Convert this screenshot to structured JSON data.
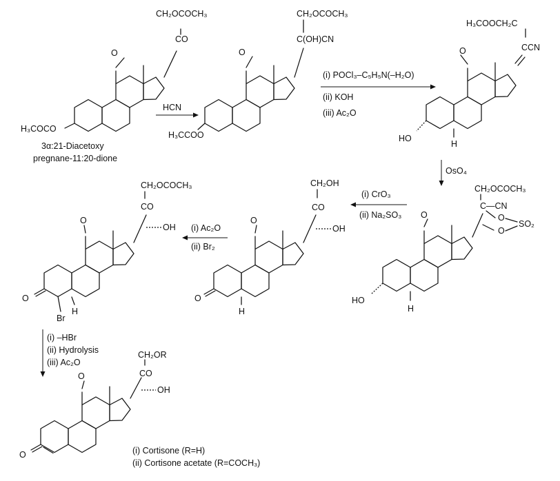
{
  "compounds": {
    "c1": {
      "side_chain_top": "CH₂OCOCH₃",
      "side_chain_co": "CO",
      "ketone_o": "O",
      "ester_group": "H₃COCO",
      "name_line1": "3α:21-Diacetoxy",
      "name_line2": "pregnane-11:20-dione"
    },
    "c2": {
      "side_chain_top": "CH₂OCOCH₃",
      "side_chain_cyanohydrin": "C(OH)CN",
      "ketone_o": "O",
      "ester_group": "H₃CCOO"
    },
    "c3": {
      "side_chain_ester": "H₃COOCH₂C",
      "side_chain_cn": "CCN",
      "ketone_o": "O",
      "hydroxyl": "HO",
      "h5": "H"
    },
    "c4": {
      "side_chain_top": "CH₂OCOCH₃",
      "c_cn": "C—CN",
      "o1": "O",
      "o2": "O",
      "so2": "SO₂",
      "ketone_o": "O",
      "hydroxyl": "HO",
      "h5": "H"
    },
    "c5": {
      "side_chain_top": "CH₂OH",
      "side_chain_co": "CO",
      "oh17": "OH",
      "ketone_o11": "O",
      "ketone_o3": "O",
      "h5": "H"
    },
    "c6": {
      "side_chain_top": "CH₂OCOCH₃",
      "side_chain_co": "CO",
      "oh17": "OH",
      "ketone_o11": "O",
      "ketone_o3": "O",
      "bromo": "Br",
      "h5": "H"
    },
    "c7": {
      "side_chain_top": "CH₂OR",
      "side_chain_co": "CO",
      "oh17": "OH",
      "ketone_o11": "O",
      "ketone_o3": "O",
      "product_line1": "(i) Cortisone (R=H)",
      "product_line2": "(ii) Cortisone acetate (R=COCH₃)"
    }
  },
  "reagents": {
    "step1": [
      "HCN"
    ],
    "step2": [
      "(i) POCl₃–C₅H₅N(–H₂O)",
      "(ii) KOH",
      "(iii) Ac₂O"
    ],
    "step3": [
      "OsO₄"
    ],
    "step4": [
      "(i) CrO₃",
      "(ii) Na₂SO₃"
    ],
    "step5": [
      "(i) Ac₂O",
      "(ii) Br₂"
    ],
    "step6": [
      "(i) –HBr",
      "(ii) Hydrolysis",
      "(iii) Ac₂O"
    ]
  }
}
